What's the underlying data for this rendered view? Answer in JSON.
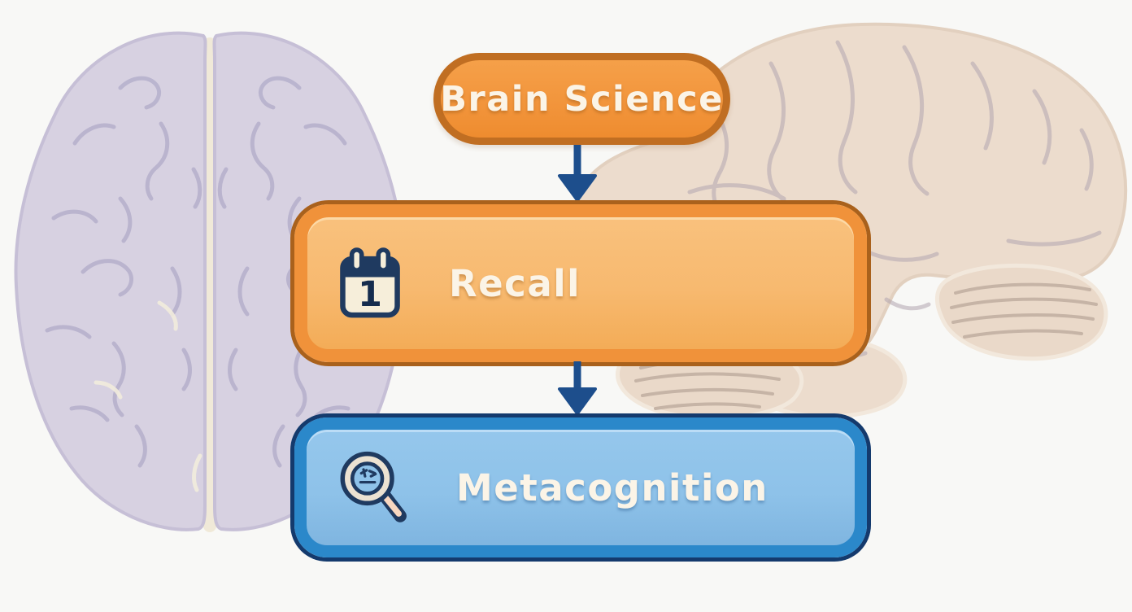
{
  "flow": {
    "node_brain_science": {
      "label": "Brain Science",
      "fill": "#f2953c",
      "border": "#c06e22"
    },
    "node_recall": {
      "label": "Recall",
      "icon": "calendar-icon",
      "calendar_day": "1",
      "fill": "#f7b96f",
      "band": "#f0923a",
      "outline": "#a9611c"
    },
    "node_metacognition": {
      "label": "Metacognition",
      "icon": "magnifying-glass-icon",
      "fill": "#8ec2e9",
      "band": "#2b88ca",
      "outline": "#143a6d"
    },
    "arrows": {
      "count": 2,
      "direction": "down",
      "color": "#1d4e8c",
      "order": "Brain Science -> Recall -> Metacognition"
    },
    "text_color": "#fbf4e7"
  },
  "background": {
    "color": "#f8f8f6",
    "left_illustration": "top-view-brain",
    "left_brain_fill": "#d7d1e1",
    "left_brain_line": "#a7a2c3",
    "right_illustration": "side-view-brain",
    "right_brain_fill": "#ecdccd",
    "right_brain_line": "#b2a6b0"
  }
}
